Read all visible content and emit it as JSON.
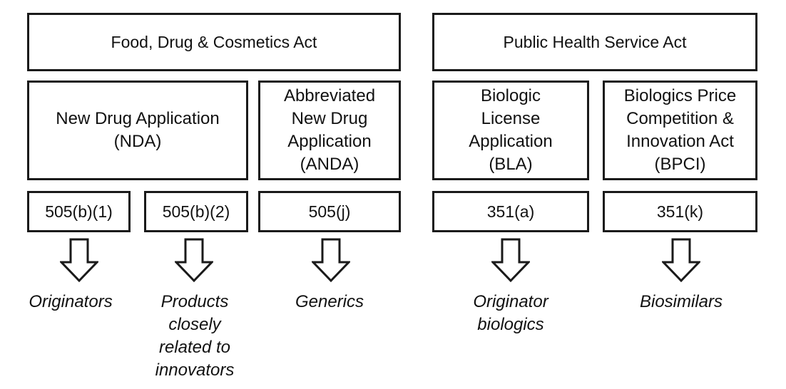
{
  "acts": {
    "fdca": "Food, Drug & Cosmetics Act",
    "phsa": "Public Health Service Act"
  },
  "applications": {
    "nda": "New Drug Application\n(NDA)",
    "anda": "Abbreviated\nNew Drug\nApplication\n(ANDA)",
    "bla": "Biologic\nLicense\nApplication\n(BLA)",
    "bpci": "Biologics Price\nCompetition &\nInnovation Act\n(BPCI)"
  },
  "sections": {
    "s505b1": "505(b)(1)",
    "s505b2": "505(b)(2)",
    "s505j": "505(j)",
    "s351a": "351(a)",
    "s351k": "351(k)"
  },
  "outcomes": {
    "originators": "Originators",
    "related_products": "Products\nclosely\nrelated to\ninnovators",
    "generics": "Generics",
    "originator_biologics": "Originator\nbiologics",
    "biosimilars": "Biosimilars"
  }
}
